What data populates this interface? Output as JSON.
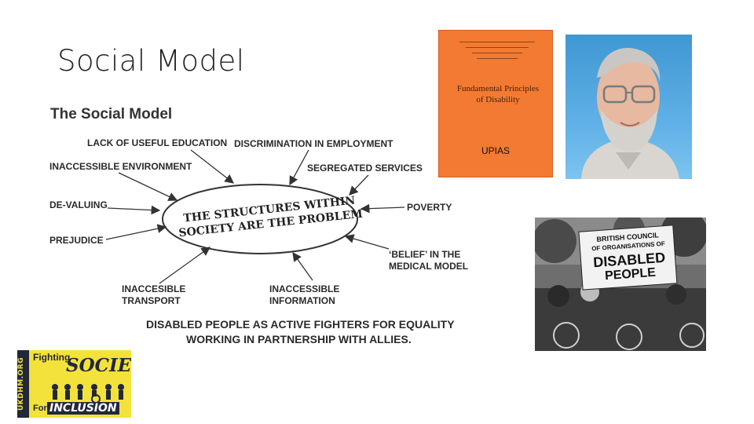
{
  "slide": {
    "title": "Social Model"
  },
  "diagram": {
    "heading": "The Social Model",
    "center_line1": "THE STRUCTURES WITHIN",
    "center_line2": "SOCIETY ARE THE PROBLEM",
    "factors": {
      "lack_of_useful_education": "LACK OF USEFUL EDUCATION",
      "discrimination_in_employment": "DISCRIMINATION IN EMPLOYMENT",
      "inaccessible_environment": "INACCESSIBLE ENVIRONMENT",
      "segregated_services": "SEGREGATED SERVICES",
      "de_valuing": "DE-VALUING",
      "poverty": "POVERTY",
      "prejudice": "PREJUDICE",
      "belief_line1": "‘BELIEF’ IN THE",
      "belief_line2": "MEDICAL MODEL",
      "transport_line1": "INACCESIBLE",
      "transport_line2": "TRANSPORT",
      "information_line1": "INACCESSIBLE",
      "information_line2": "INFORMATION"
    },
    "footer_line1": "DISABLED PEOPLE AS ACTIVE FIGHTERS FOR EQUALITY",
    "footer_line2": "WORKING IN PARTNERSHIP WITH ALLIES."
  },
  "book": {
    "title_line1": "Fundamental Principles",
    "title_line2": "of Disability",
    "caption": "UPIAS",
    "colors": {
      "cover": "#f27a32"
    }
  },
  "photo": {
    "banner_line1": "BRITISH COUNCIL",
    "banner_line2": "OF ORGANISATIONS OF",
    "banner_line3": "DISABLED",
    "banner_line4": "PEOPLE"
  },
  "logo": {
    "side_text": "UKDHM.ORG",
    "top_text": "Fighting",
    "main_text": "SOCIETY",
    "for_text": "For",
    "bottom_text": "INCLUSION",
    "colors": {
      "background": "#f4e23c",
      "dark": "#20283a"
    }
  }
}
